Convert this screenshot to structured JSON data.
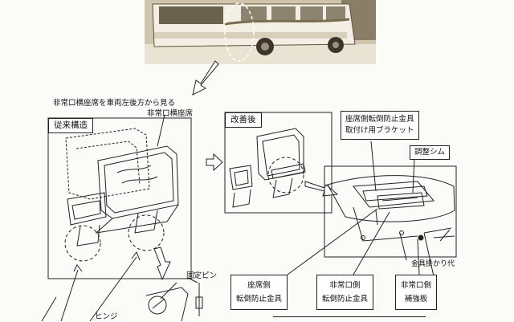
{
  "caption": "非常口横座席を車両左後方から見る",
  "labels": {
    "emergency_side_seat": "非常口横座席",
    "conventional": "従来構造",
    "improved": "改善後",
    "bracket": "座席側転倒防止金具\n取付け用ブラケット",
    "shim": "調整シム",
    "fitting_margin": "金具掛かり代",
    "fixed_pin": "固定ピン",
    "hinge": "ヒンジ",
    "seat_side_stopper": "座席側\n転倒防止金具",
    "exit_side_stopper": "非常口側\n転倒防止金具",
    "exit_side_plate": "非常口側\n補強板"
  }
}
